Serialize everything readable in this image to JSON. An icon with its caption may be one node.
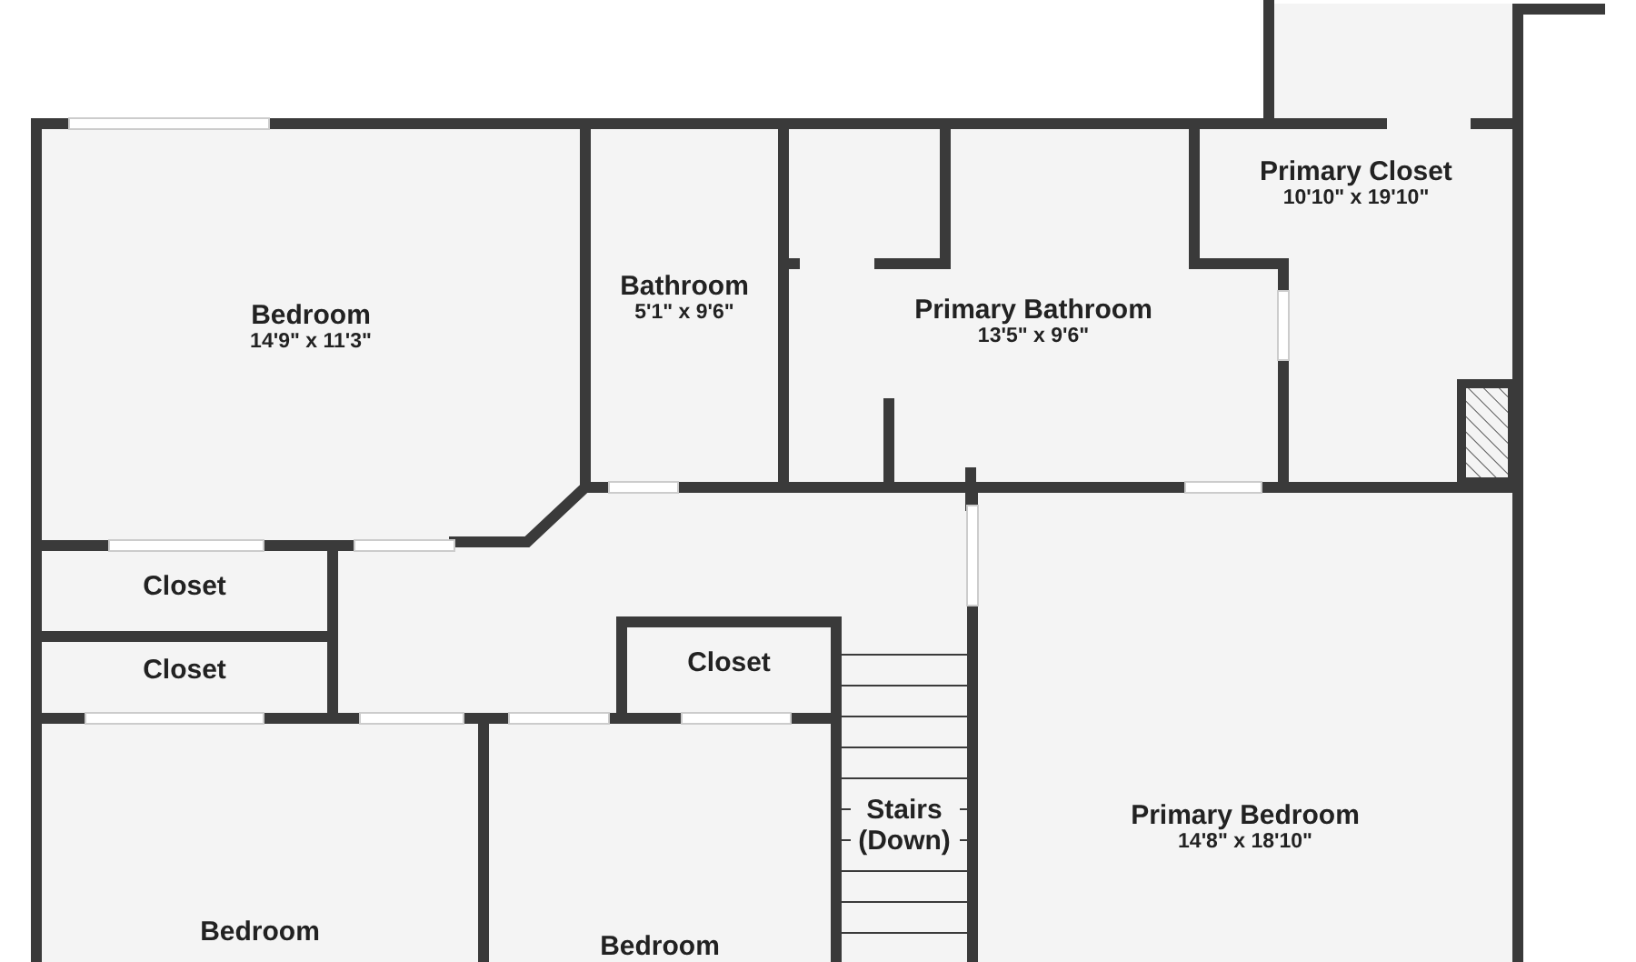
{
  "diagram": {
    "nodes": [
      {
        "text": [
          "Bedroom",
          "14'9\" x 11'3\""
        ]
      },
      {
        "text": [
          "Bathroom",
          "5'1\" x 9'6\""
        ]
      },
      {
        "text": [
          "Primary Bathroom",
          "13'5\" x 9'6\""
        ]
      },
      {
        "text": [
          "Primary Closet",
          "10'10\" x 19'10\""
        ]
      },
      {
        "text": [
          "Closet"
        ]
      },
      {
        "text": [
          "Closet"
        ]
      },
      {
        "text": [
          "Closet"
        ]
      },
      {
        "text": [
          "Stairs (Down)"
        ]
      },
      {
        "text": [
          "Primary Bedroom",
          "14'8\" x 18'10\""
        ]
      },
      {
        "text": [
          "Bedroom"
        ]
      },
      {
        "text": [
          "Bedroom"
        ]
      }
    ]
  }
}
